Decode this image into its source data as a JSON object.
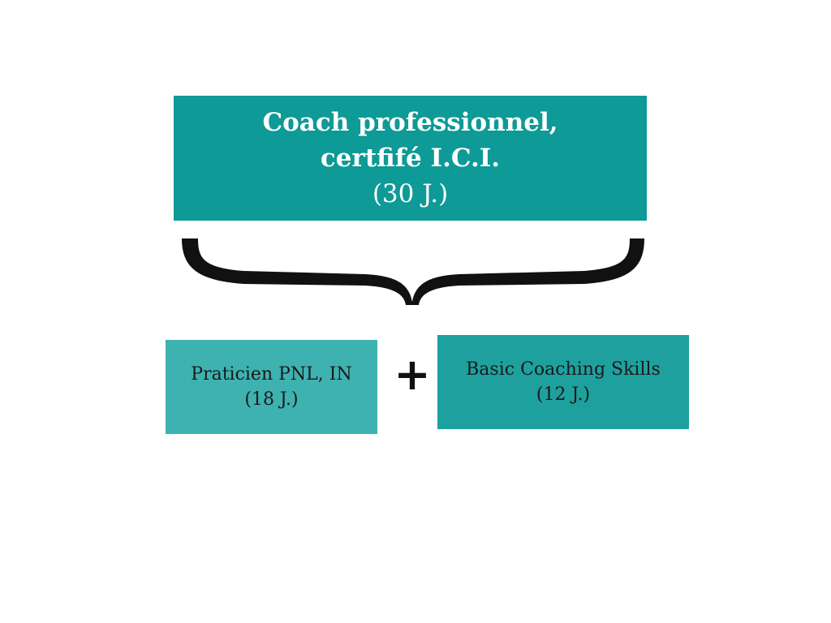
{
  "diagram": {
    "top": {
      "line1": "Coach professionnel,",
      "line2": "certfifé I.C.I.",
      "duration": "(30 J.)"
    },
    "left": {
      "label": "Praticien PNL, IN",
      "duration": "(18 J.)"
    },
    "right": {
      "label": "Basic Coaching Skills",
      "duration": "(12 J.)"
    },
    "operator": "+",
    "colors": {
      "top_box": "#0e9a96",
      "left_box": "#3eb2b0",
      "right_box": "#1ea19e",
      "brace": "#111111"
    }
  }
}
